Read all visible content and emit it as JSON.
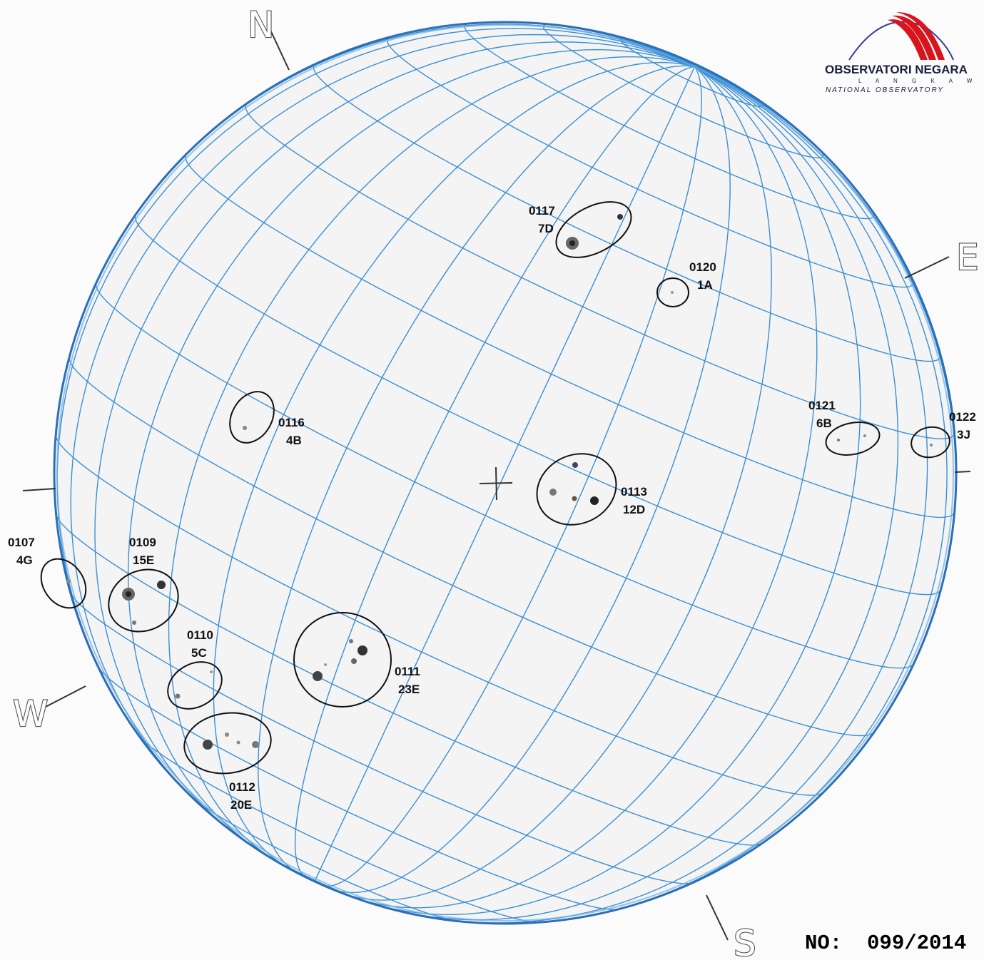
{
  "directions": {
    "north": "N",
    "south": "S",
    "east": "E",
    "west": "W"
  },
  "sheet_number": "NO:  099/2014",
  "logo": {
    "name": "OBSERVATORI NEGARA",
    "sub": "L A N G K A W I",
    "sub2": "NATIONAL OBSERVATORY",
    "colors": {
      "red": "#d8141c",
      "blue": "#2e3c8c",
      "text": "#1a1f3c"
    }
  },
  "grid_color": "#3b8fd3",
  "regions": [
    {
      "number": "0117",
      "class": "7D"
    },
    {
      "number": "0120",
      "class": "1A"
    },
    {
      "number": "0116",
      "class": "4B"
    },
    {
      "number": "0113",
      "class": "12D"
    },
    {
      "number": "0121",
      "class": "6B"
    },
    {
      "number": "0122",
      "class": "3J"
    },
    {
      "number": "0107",
      "class": "4G"
    },
    {
      "number": "0109",
      "class": "15E"
    },
    {
      "number": "0110",
      "class": "5C"
    },
    {
      "number": "0111",
      "class": "23E"
    },
    {
      "number": "0112",
      "class": "20E"
    }
  ]
}
